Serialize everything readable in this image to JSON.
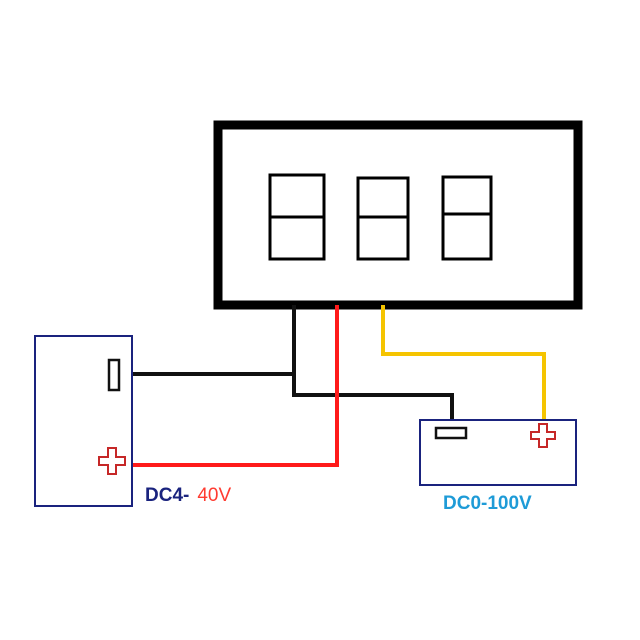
{
  "labels": {
    "power_prefix": "DC4-",
    "power_range": "40V",
    "measured": "DC0-100V"
  },
  "icons": {
    "power_negative": "minus-terminal-icon",
    "power_positive": "plus-terminal-icon",
    "measured_negative": "minus-terminal-icon",
    "measured_positive": "plus-terminal-icon"
  },
  "colors": {
    "display_frame": "#000000",
    "wire_ground": "#111111",
    "wire_power": "#ff1a1a",
    "wire_signal": "#f5c400",
    "box_outline": "#1a237e",
    "plus_terminal": "#c62828",
    "label_power_prefix": "#1a237e",
    "label_power_range": "#ff3b30",
    "label_measured": "#1e9bd7"
  }
}
